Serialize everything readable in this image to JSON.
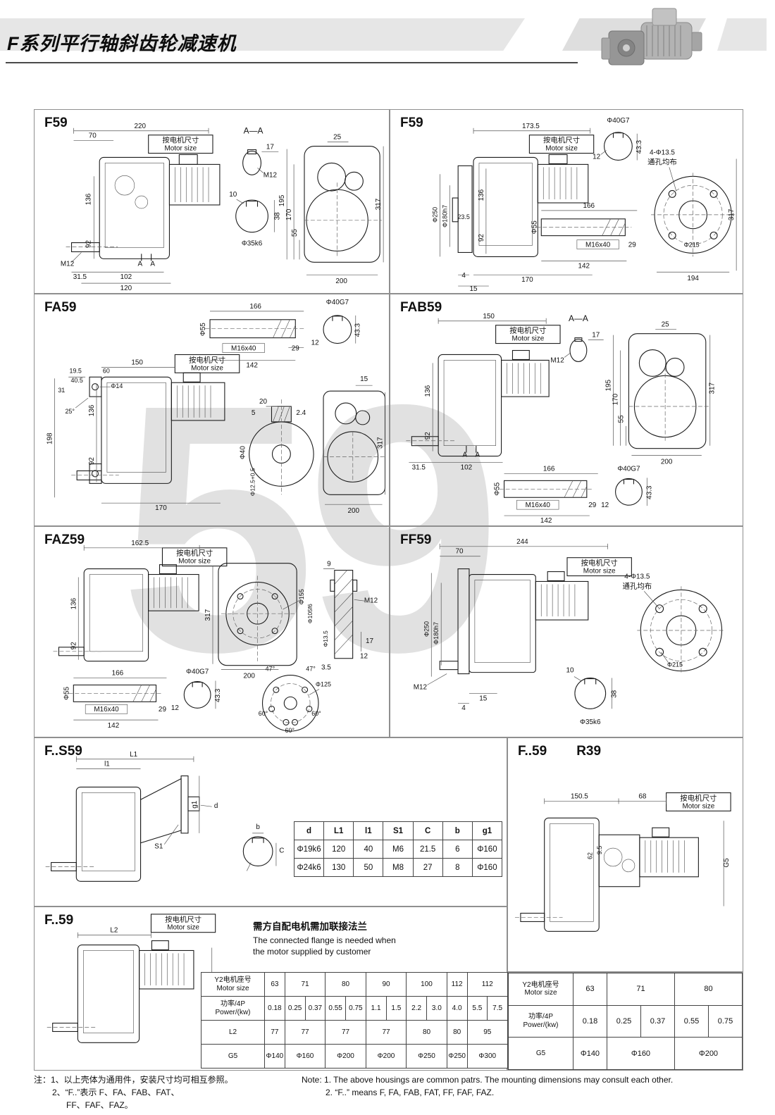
{
  "page": {
    "title": "F系列平行轴斜齿轮减速机",
    "watermark": "59"
  },
  "motor_box": {
    "zh": "按电机尺寸",
    "en": "Motor size"
  },
  "panels": {
    "f59a": {
      "title": "F59",
      "labels": [
        "220",
        "70",
        "A—A",
        "17",
        "M12",
        "25",
        "317",
        "195",
        "170",
        "55",
        "136",
        "92",
        "10",
        "38",
        "Φ35k6",
        "M12",
        "31.5",
        "102",
        "120",
        "A",
        "A",
        "200"
      ]
    },
    "f59b": {
      "title": "F59",
      "labels": [
        "173.5",
        "Φ40G7",
        "43.3",
        "12",
        "4-Φ13.5",
        "通孔均布",
        "317",
        "Φ250",
        "Φ180h7",
        "23.5",
        "136",
        "92",
        "166",
        "Φ55",
        "M16x40",
        "29",
        "Φ215",
        "4",
        "170",
        "15",
        "142",
        "194"
      ]
    },
    "fa59": {
      "title": "FA59",
      "labels": [
        "166",
        "Φ55",
        "M16x40",
        "142",
        "29",
        "Φ40G7",
        "12",
        "43.3",
        "150",
        "19.5",
        "60",
        "40.5",
        "31",
        "Φ14",
        "25°",
        "198",
        "136",
        "92",
        "170",
        "20",
        "5",
        "2.4",
        "Φ40",
        "Φ12.5+0.5",
        "15",
        "317",
        "200"
      ]
    },
    "fab59": {
      "title": "FAB59",
      "labels": [
        "150",
        "A—A",
        "17",
        "M12",
        "25",
        "317",
        "195",
        "170",
        "55",
        "136",
        "92",
        "31.5",
        "102",
        "A",
        "A",
        "200",
        "166",
        "Φ55",
        "M16x40",
        "29",
        "142",
        "Φ40G7",
        "12",
        "43.3"
      ]
    },
    "faz59": {
      "title": "FAZ59",
      "labels": [
        "162.5",
        "136",
        "92",
        "166",
        "Φ55",
        "M16x40",
        "29",
        "142",
        "Φ40G7",
        "12",
        "43.3",
        "317",
        "200",
        "Φ155",
        "Φ105f6",
        "9",
        "M12",
        "Φ13.5",
        "17",
        "12",
        "3.5",
        "47°",
        "47°",
        "Φ125",
        "60°",
        "60°",
        "60°"
      ]
    },
    "ff59": {
      "title": "FF59",
      "labels": [
        "244",
        "70",
        "4-Φ13.5",
        "通孔均布",
        "Φ250",
        "Φ180h7",
        "M12",
        "15",
        "4",
        "10",
        "38",
        "Φ35k6",
        "Φ215"
      ]
    },
    "fs59": {
      "title": "F..S59",
      "labels": [
        "L1",
        "l1",
        "g1",
        "S1",
        "d",
        "b",
        "C"
      ]
    },
    "f59r39": {
      "title": "F..59",
      "title2": "R39",
      "labels": [
        "150.5",
        "68",
        "G5",
        "62",
        "9.5"
      ]
    },
    "f59g": {
      "title": "F..59",
      "labels": [
        "L2",
        "G5"
      ]
    }
  },
  "dim_table": {
    "headers": [
      "d",
      "L1",
      "l1",
      "S1",
      "C",
      "b",
      "g1"
    ],
    "rows": [
      [
        "Φ19k6",
        "120",
        "40",
        "M6",
        "21.5",
        "6",
        "Φ160"
      ],
      [
        "Φ24k6",
        "130",
        "50",
        "M8",
        "27",
        "8",
        "Φ160"
      ]
    ]
  },
  "flange_note": {
    "zh": "需方自配电机需加联接法兰",
    "en1": "The connected flange is needed when",
    "en2": "the motor supplied by customer"
  },
  "motor_table_left": {
    "row_labels": {
      "motor_zh": "Y2电机座号",
      "motor_en": "Motor size",
      "power_zh": "功率/4P",
      "power_en": "Power/(kw)",
      "l2": "L2",
      "g5": "G5"
    },
    "motor_sizes": [
      "63",
      "71",
      "80",
      "90",
      "100",
      "112",
      "112"
    ],
    "powers": [
      "0.18",
      "0.25",
      "0.37",
      "0.55",
      "0.75",
      "1.1",
      "1.5",
      "2.2",
      "3.0",
      "4.0",
      "5.5",
      "7.5"
    ],
    "l2": [
      "77",
      "77",
      "77",
      "77",
      "80",
      "80",
      "95"
    ],
    "g5": [
      "Φ140",
      "Φ160",
      "Φ200",
      "Φ200",
      "Φ250",
      "Φ250",
      "Φ300"
    ]
  },
  "motor_table_right": {
    "row_labels": {
      "motor_zh": "Y2电机座号",
      "motor_en": "Motor size",
      "power_zh": "功率/4P",
      "power_en": "Power/(kw)",
      "g5": "G5"
    },
    "motor_sizes": [
      "63",
      "71",
      "80"
    ],
    "powers": [
      "0.18",
      "0.25",
      "0.37",
      "0.55",
      "0.75"
    ],
    "g5": [
      "Φ140",
      "Φ160",
      "Φ200"
    ]
  },
  "notes": {
    "zh1": "注：1、以上壳体为通用件，安装尺寸均可相互参照。",
    "zh2": "2、“F..”表示 F、FA、FAB、FAT、",
    "zh3": "FF、FAF、FAZ。",
    "en1": "Note: 1.  The above housings are common patrs. The mounting dimensions may consult each other.",
    "en2": "2.  “F..”  means F, FA, FAB, FAT, FF, FAF, FAZ."
  }
}
